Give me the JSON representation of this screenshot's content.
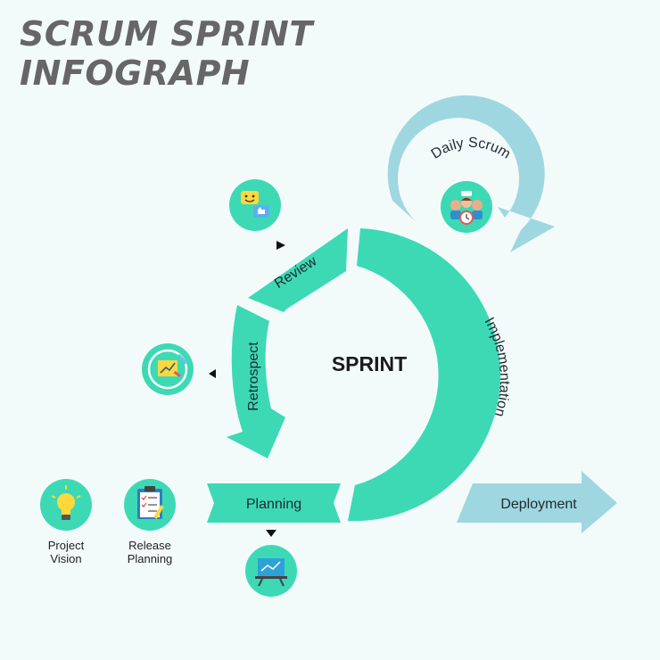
{
  "title": {
    "line1": "SCRUM SPRINT",
    "line2": "INFOGRAPH"
  },
  "center_label": "SPRINT",
  "stages": {
    "review": "Review",
    "retrospect": "Retrospect",
    "implementation": "Implementation",
    "planning": "Planning",
    "daily_scrum": "Daily Scrum",
    "deployment": "Deployment"
  },
  "inputs": {
    "project_vision": {
      "line1": "Project",
      "line2": "Vision"
    },
    "release_planning": {
      "line1": "Release",
      "line2": "Planning"
    }
  },
  "icons": [
    "feedback-chat-icon",
    "retrospect-chart-icon",
    "planning-board-icon",
    "team-meeting-clock-icon",
    "lightbulb-icon",
    "clipboard-checklist-icon"
  ],
  "colors": {
    "primary": "#3dd9b5",
    "secondary": "#9fd7e1",
    "title": "#666666",
    "background": "#f3fbfa"
  }
}
